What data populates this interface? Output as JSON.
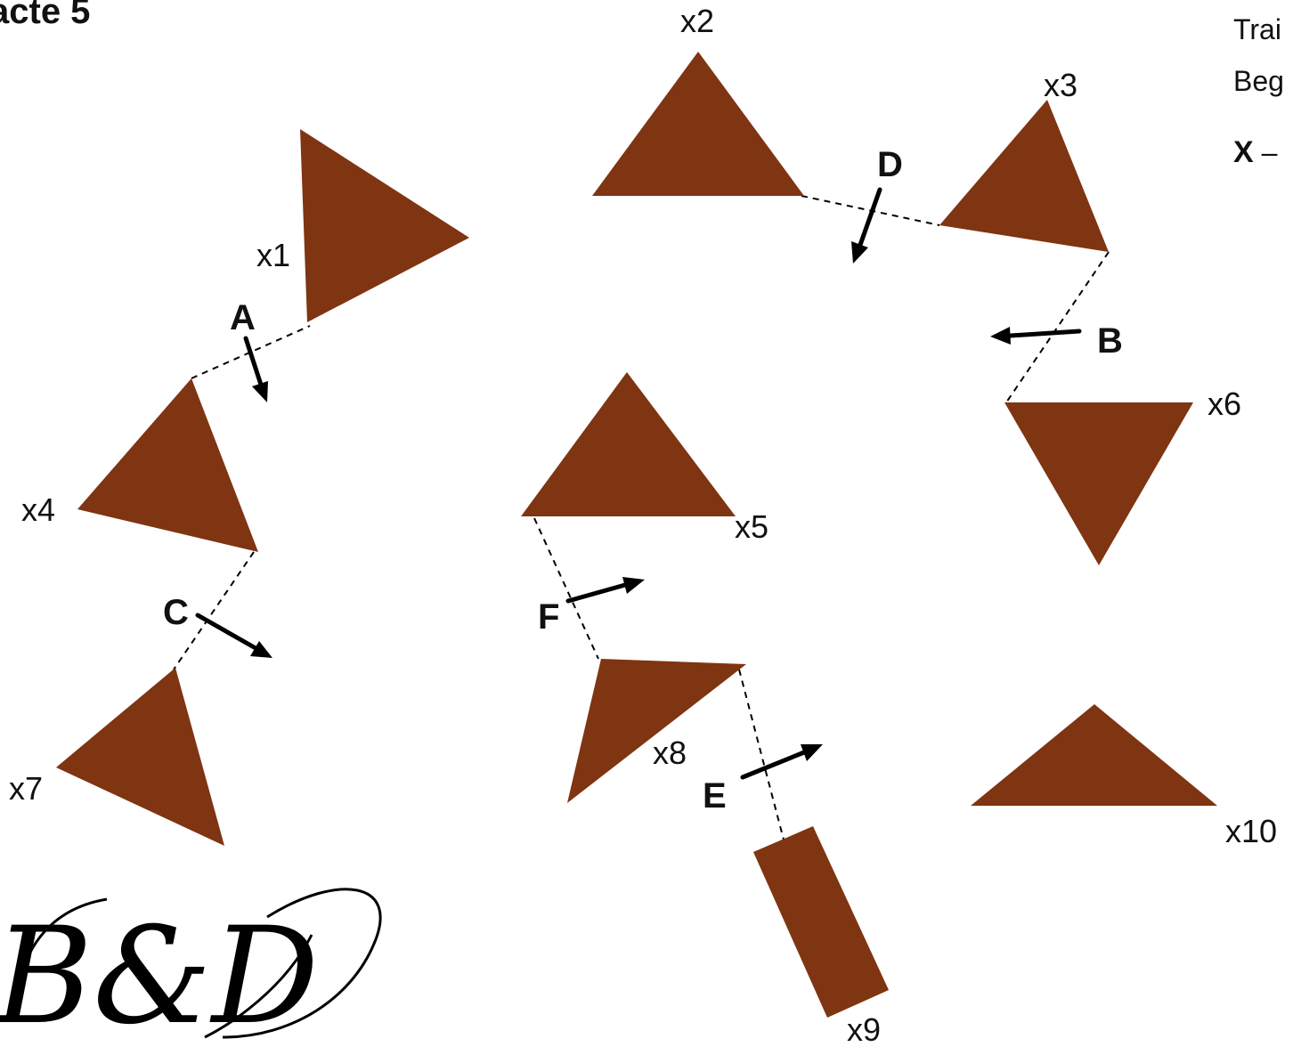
{
  "title": "acte  5",
  "side_text": {
    "line1": "Trai",
    "line2": "Beg",
    "line3_bold": "X",
    "line3_rest": " – "
  },
  "logo": {
    "text": "B&D"
  },
  "colors": {
    "shape_fill": "#7f3412",
    "line": "#000000",
    "background": "#ffffff"
  },
  "shape_labels": {
    "x1": "x1",
    "x2": "x2",
    "x3": "x3",
    "x4": "x4",
    "x5": "x5",
    "x6": "x6",
    "x7": "x7",
    "x8": "x8",
    "x9": "x9",
    "x10": "x10"
  },
  "fold_labels": {
    "A": "A",
    "B": "B",
    "C": "C",
    "D": "D",
    "E": "E",
    "F": "F"
  }
}
